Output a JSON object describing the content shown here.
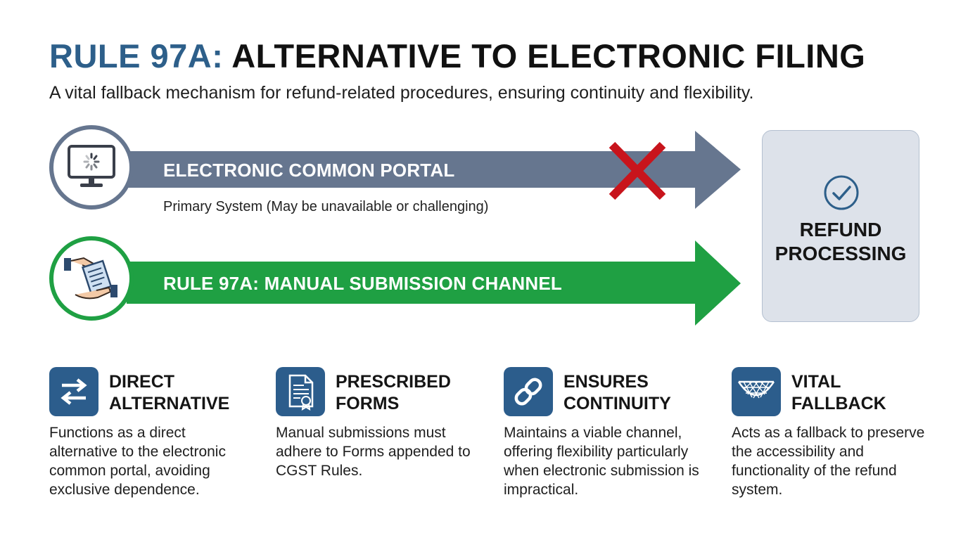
{
  "header": {
    "title_prefix": "RULE 97A:",
    "title_main": "ALTERNATIVE TO ELECTRONIC FILING",
    "subtitle": "A vital fallback mechanism for refund-related procedures, ensuring continuity and flexibility."
  },
  "flows": [
    {
      "label": "ELECTRONIC COMMON PORTAL",
      "sublabel": "Primary System (May be unavailable or challenging)",
      "icon": "loading-computer-icon",
      "status_icon": "red-x-icon",
      "color": "#66768f"
    },
    {
      "label": "RULE 97A: MANUAL SUBMISSION CHANNEL",
      "icon": "hand-over-document-icon",
      "color": "#1fa043"
    }
  ],
  "destination": {
    "title": "REFUND\nPROCESSING",
    "icon": "check-circle-icon"
  },
  "features": [
    {
      "title": "DIRECT\nALTERNATIVE",
      "description": "Functions as a direct alternative to the electronic common portal, avoiding exclusive dependence.",
      "icon": "swap-arrows-icon"
    },
    {
      "title": "PRESCRIBED\nFORMS",
      "description": "Manual submissions must adhere to Forms appended to CGST Rules.",
      "icon": "certificate-document-icon"
    },
    {
      "title": "ENSURES\nCONTINUITY",
      "description": "Maintains a viable channel, offering flexibility particularly when electronic submission is impractical.",
      "icon": "chain-link-icon"
    },
    {
      "title": "VITAL\nFALLBACK",
      "description": "Acts as a fallback to preserve the accessibility and functionality of the refund system.",
      "icon": "safety-net-icon"
    }
  ],
  "colors": {
    "accent_blue": "#2d5f8a",
    "portal_gray": "#66768f",
    "manual_green": "#1fa043",
    "error_red": "#c8141c",
    "box_bg": "#dde2ea"
  }
}
